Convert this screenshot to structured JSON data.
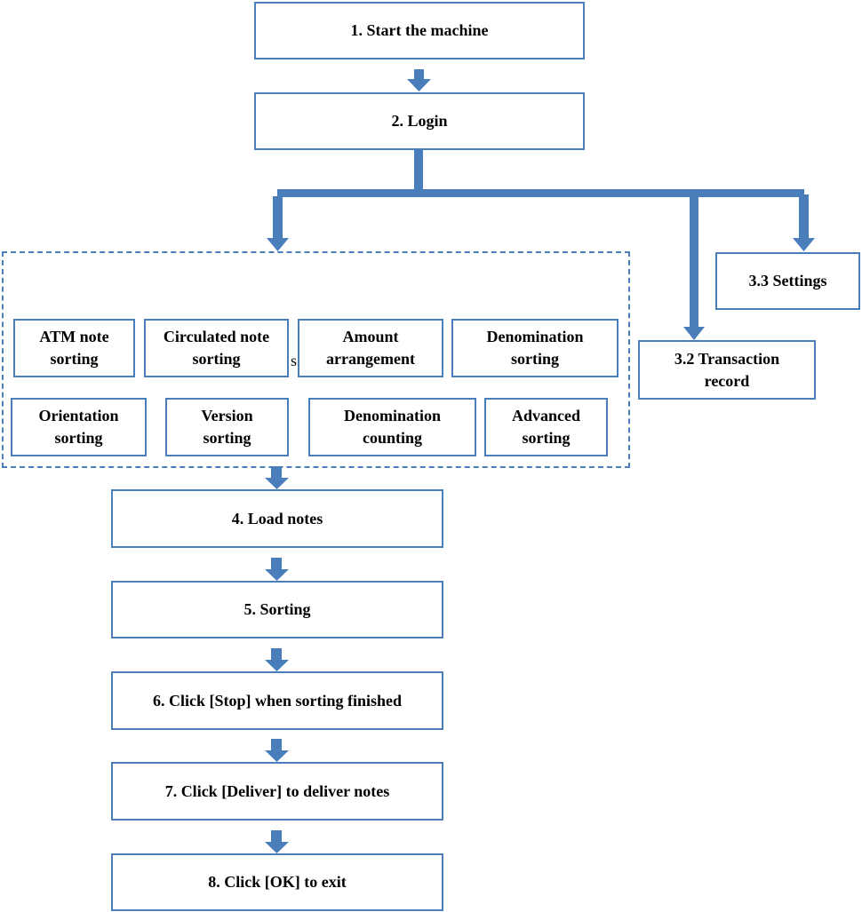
{
  "colors": {
    "accent": "#4a7ebb",
    "text": "#000000",
    "background": "#ffffff"
  },
  "steps": {
    "start": "1. Start the machine",
    "login": "2. Login",
    "load": "4. Load notes",
    "sorting": "5. Sorting",
    "stop": "6. Click [Stop] when sorting finished",
    "deliver": "7. Click [Deliver] to deliver notes",
    "exit": "8. Click [OK] to exit"
  },
  "branches": {
    "settings": "3.3 Settings",
    "transaction": "3.2 Transaction\nrecord"
  },
  "modes": {
    "atm": "ATM note\nsorting",
    "circulated": "Circulated note\nsorting",
    "amount": "Amount\narrangement",
    "denom_sort": "Denomination\nsorting",
    "orientation": "Orientation\nsorting",
    "version": "Version\nsorting",
    "denom_count": "Denomination\ncounting",
    "advanced": "Advanced\nsorting"
  },
  "stray_text": "s"
}
